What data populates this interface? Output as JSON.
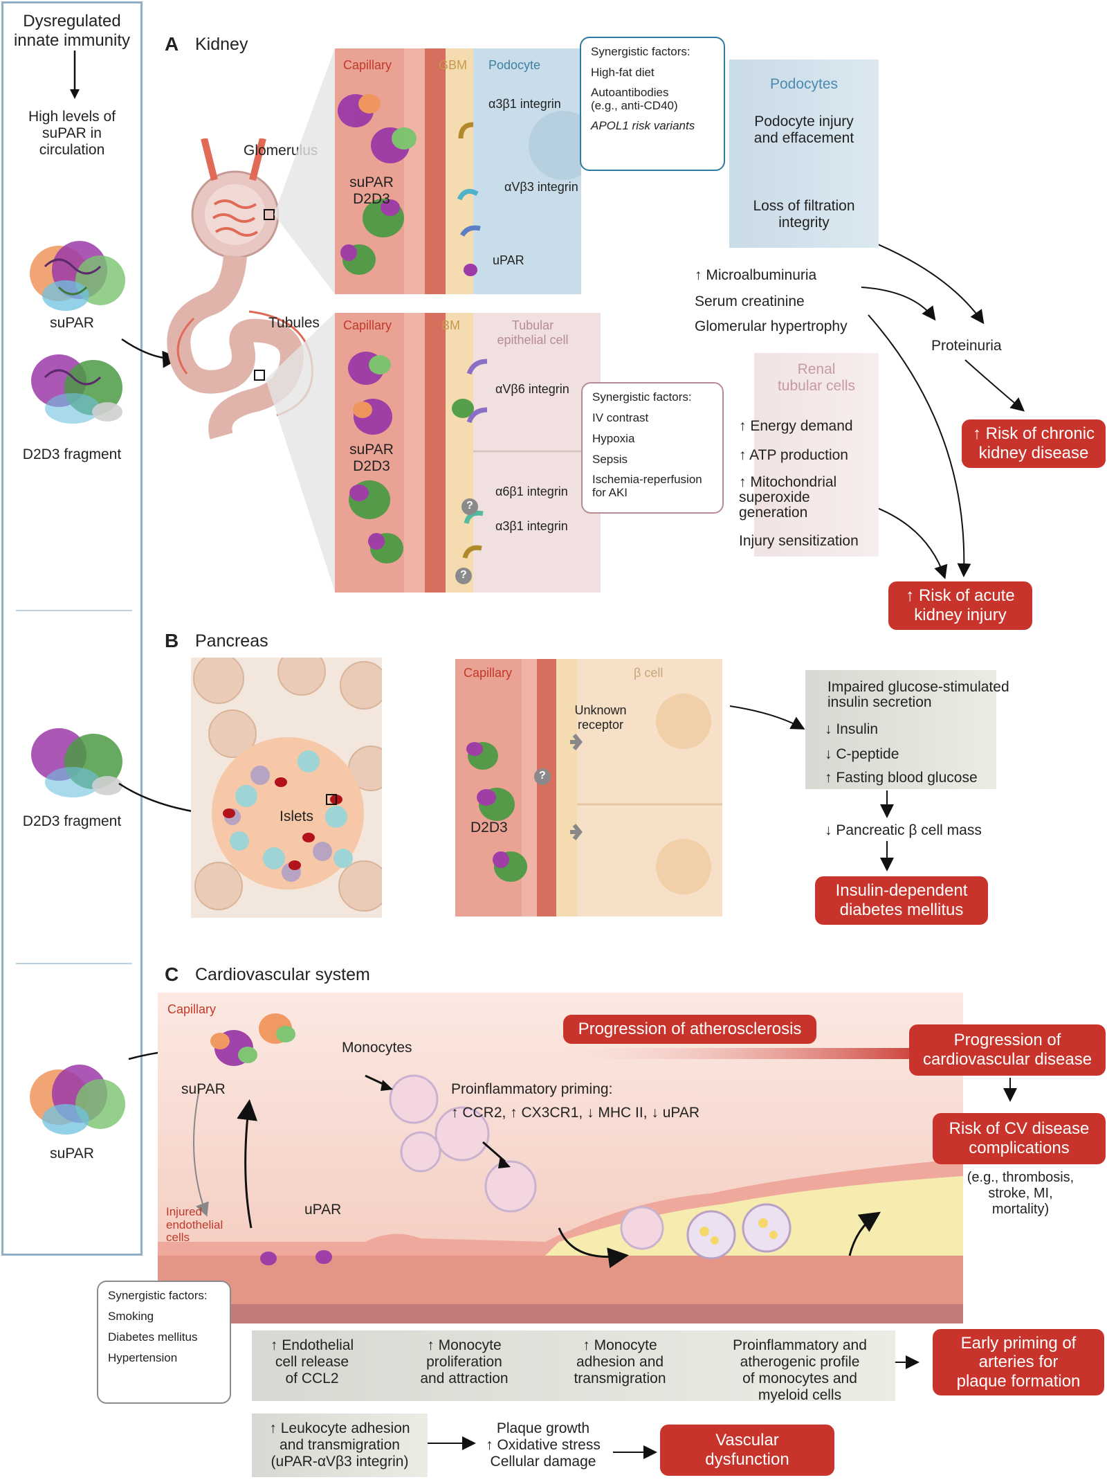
{
  "sidebar": {
    "title": "Dysregulated innate immunity",
    "circulation": "High levels of suPAR in circulation",
    "label_supar_1": "suPAR",
    "label_d2d3_1": "D2D3 fragment",
    "label_d2d3_2": "D2D3 fragment",
    "label_supar_2": "suPAR"
  },
  "panelA": {
    "letter": "A",
    "title": "Kidney",
    "glomerulus": "Glomerulus",
    "tubules": "Tubules",
    "glom_detail": {
      "capillary": "Capillary",
      "gbm": "GBM",
      "podocyte": "Podocyte",
      "integrin_a3b1": "α3β1 integrin",
      "integrin_avb3": "αVβ3 integrin",
      "upar": "uPAR",
      "supar_d2d3": "suPAR\nD2D3"
    },
    "synergy_glom": {
      "title": "Synergistic factors:",
      "items": [
        "High-fat diet",
        "Autoantibodies\n(e.g., anti-CD40)",
        "APOL1 risk variants"
      ]
    },
    "podocytes_box": {
      "title": "Podocytes",
      "step1": "Podocyte injury\nand effacement",
      "step2": "Loss of filtration\nintegrity"
    },
    "markers": [
      "↑ Microalbuminuria",
      "Serum creatinine",
      "Glomerular hypertrophy"
    ],
    "proteinuria": "Proteinuria",
    "ckd": "↑ Risk of chronic\nkidney disease",
    "tub_detail": {
      "capillary": "Capillary",
      "bm": "BM",
      "tubular": "Tubular\nepithelial cell",
      "integrin_avb6": "αVβ6 integrin",
      "integrin_a6b1": "α6β1 integrin",
      "integrin_a3b1": "α3β1 integrin",
      "supar_d2d3": "suPAR\nD2D3",
      "question": "?"
    },
    "synergy_tub": {
      "title": "Synergistic factors:",
      "items": [
        "IV contrast",
        "Hypoxia",
        "Sepsis",
        "Ischemia-reperfusion\nfor AKI"
      ]
    },
    "renal_box": {
      "title": "Renal\ntubular cells",
      "items": [
        "↑ Energy demand",
        "↑ ATP production",
        "↑ Mitochondrial\nsuperoxide\ngeneration",
        "Injury sensitization"
      ]
    },
    "aki": "↑ Risk of acute\nkidney injury"
  },
  "panelB": {
    "letter": "B",
    "title": "Pancreas",
    "islets": "Islets",
    "capillary": "Capillary",
    "beta_cell": "β cell",
    "unknown_receptor": "Unknown\nreceptor",
    "d2d3": "D2D3",
    "question": "?",
    "effects": {
      "impaired": "Impaired glucose-stimulated\ninsulin secretion",
      "insulin": "↓ Insulin",
      "cpeptide": "↓ C-peptide",
      "glucose": "↑ Fasting blood glucose"
    },
    "beta_mass": "↓ Pancreatic β cell mass",
    "outcome": "Insulin-dependent\ndiabetes mellitus"
  },
  "panelC": {
    "letter": "C",
    "title": "Cardiovascular system",
    "capillary": "Capillary",
    "monocytes": "Monocytes",
    "supar": "suPAR",
    "upar": "uPAR",
    "injured": "Injured\nendothelial\ncells",
    "priming_title": "Proinflammatory priming:",
    "priming_items": "↑ CCR2, ↑ CX3CR1, ↓ MHC II, ↓ uPAR",
    "athero": "Progression of atherosclerosis",
    "cvd": "Progression of\ncardiovascular disease",
    "cv_risk": "Risk of CV disease\ncomplications",
    "cv_examples": "(e.g., thrombosis,\nstroke, MI,\nmortality)",
    "synergy": {
      "title": "Synergistic factors:",
      "items": [
        "Smoking",
        "Diabetes mellitus",
        "Hypertension"
      ]
    },
    "flow1": [
      "↑ Endothelial\ncell release\nof CCL2",
      "↑ Monocyte\nproliferation\nand attraction",
      "↑ Monocyte\nadhesion and\ntransmigration",
      "Proinflammatory and\natherogenic profile\nof monocytes and\nmyeloid cells"
    ],
    "early_priming": "Early priming of\narteries for\nplaque formation",
    "flow2_a": "↑ Leukocyte adhesion\nand transmigration\n(uPAR-αVβ3 integrin)",
    "flow2_b": "Plaque growth\n↑ Oxidative stress\nCellular damage",
    "vascular": "Vascular\ndysfunction"
  }
}
